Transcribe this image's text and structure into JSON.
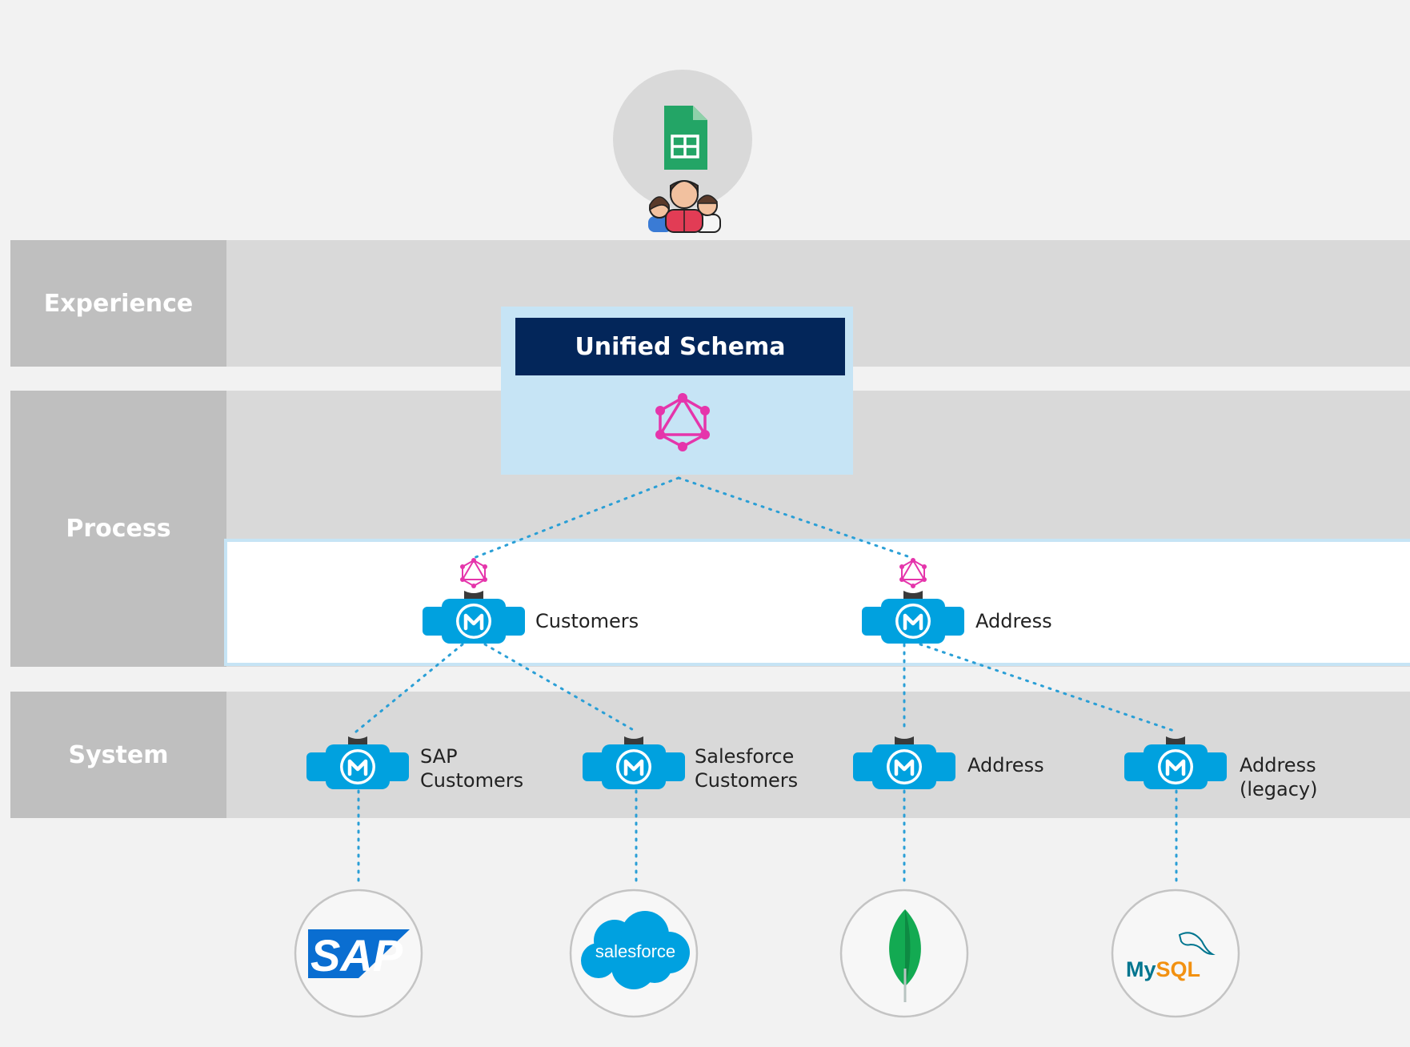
{
  "layers": {
    "experience": "Experience",
    "process": "Process",
    "system": "System"
  },
  "unified_schema": {
    "title": "Unified Schema",
    "icon": "graphql-icon"
  },
  "top_icons": [
    "spreadsheet-icon",
    "users-group-icon"
  ],
  "process_apis": [
    {
      "label": "Customers",
      "icon": "mule-icon"
    },
    {
      "label": "Address",
      "icon": "mule-icon"
    }
  ],
  "system_apis": [
    {
      "line1": "SAP",
      "line2": "Customers",
      "icon": "mule-icon"
    },
    {
      "line1": "Salesforce",
      "line2": "Customers",
      "icon": "mule-icon"
    },
    {
      "line1": "Address",
      "line2": "",
      "icon": "mule-icon"
    },
    {
      "line1": "Address",
      "line2": "(legacy)",
      "icon": "mule-icon"
    }
  ],
  "backends": [
    {
      "label": "SAP",
      "icon": "sap-logo"
    },
    {
      "label": "salesforce",
      "icon": "salesforce-logo"
    },
    {
      "label": "",
      "icon": "mongodb-leaf-icon"
    },
    {
      "label": "MySQL",
      "icon": "mysql-logo"
    }
  ],
  "colors": {
    "band": "#d9d9d9",
    "band_label": "#bfbfbf",
    "schema_box": "#c6e4f5",
    "schema_title": "#03265a",
    "graphql": "#e535ab",
    "mule_blue": "#00a1df",
    "connector": "#2a9fd6",
    "sheets_green": "#23a566",
    "mongo_green": "#13aa52",
    "sap_blue": "#0a6ed1",
    "mysql_blue": "#00758f",
    "mysql_orange": "#f29111"
  }
}
